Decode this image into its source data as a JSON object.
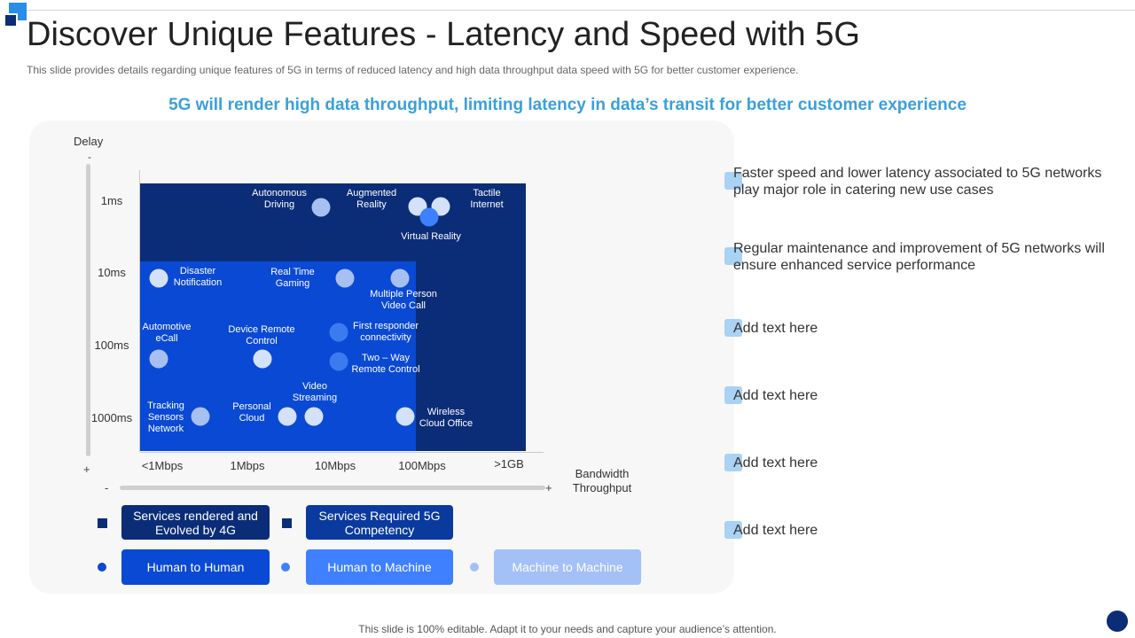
{
  "header": {
    "title": "Discover Unique Features - Latency and Speed with 5G",
    "subtitle": "This slide provides details regarding unique features of 5G in terms of reduced latency and high data throughput data speed with 5G for better customer experience.",
    "headline": "5G will render high data throughput, limiting latency in data’s transit for better customer experience"
  },
  "diagram": {
    "y_axis_title": "Delay",
    "y_axis_minus": "-",
    "y_axis_plus": "+",
    "y_labels": [
      "1ms",
      "10ms",
      "100ms",
      "1000ms"
    ],
    "x_labels": [
      "<1Mbps",
      "1Mbps",
      "10Mbps",
      "100Mbps",
      ">1GB"
    ],
    "x_axis_minus": "-",
    "x_axis_plus": "+",
    "x_axis_title_line1": "Bandwidth",
    "x_axis_title_line2": "Throughput",
    "points": {
      "autonomous_driving": [
        "Autonomous",
        "Driving"
      ],
      "augmented_reality": [
        "Augmented",
        "Reality"
      ],
      "tactile_internet": [
        "Tactile",
        "Internet"
      ],
      "virtual_reality": "Virtual Reality",
      "disaster_notification": [
        "Disaster",
        "Notification"
      ],
      "real_time_gaming": [
        "Real Time",
        "Gaming"
      ],
      "multiple_person_video_call": [
        "Multiple Person",
        "Video Call"
      ],
      "automotive_ecall": [
        "Automotive",
        "eCall"
      ],
      "device_remote_control": [
        "Device Remote",
        "Control"
      ],
      "first_responder_connectivity": [
        "First responder",
        "connectivity"
      ],
      "two_way_remote_control": [
        "Two – Way",
        "Remote Control"
      ],
      "tracking_sensors_network": [
        "Tracking",
        "Sensors",
        "Network"
      ],
      "personal_cloud": [
        "Personal",
        "Cloud"
      ],
      "video_streaming": [
        "Video",
        "Streaming"
      ],
      "wireless_cloud_office": [
        "Wireless",
        "Cloud Office"
      ]
    }
  },
  "legend": {
    "services_4g": "Services rendered and Evolved  by 4G",
    "services_5g": "Services Required 5G Competency",
    "human_to_human": "Human to Human",
    "human_to_machine": "Human to Machine",
    "machine_to_machine": "Machine to Machine"
  },
  "colors": {
    "dark_navy": "#0b2d78",
    "royal_blue": "#0a49d4",
    "bright_blue": "#3e80ff",
    "pale_blue": "#a3c0f7",
    "accent_cyan": "#3aa0dc"
  },
  "points_list": [
    "Faster speed and lower latency associated to 5G networks play major role in catering new use cases",
    "Regular maintenance and improvement of 5G networks will ensure enhanced service performance",
    "Add text here",
    "Add text here",
    "Add text here",
    "Add text here"
  ],
  "footer": "This slide is 100% editable. Adapt it to your needs and capture your audience’s attention."
}
